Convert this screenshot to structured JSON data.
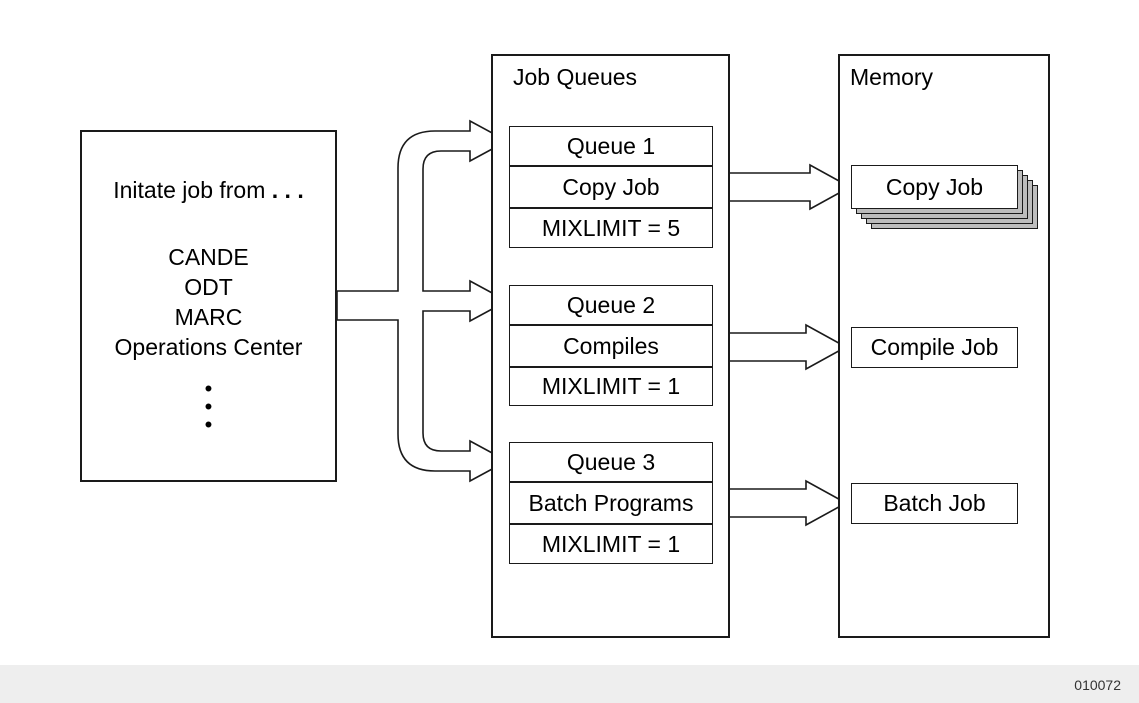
{
  "initiate": {
    "title": "Initate job from",
    "sources": [
      "CANDE",
      "ODT",
      "MARC",
      "Operations Center"
    ]
  },
  "job_queues": {
    "title": "Job Queues",
    "queues": [
      {
        "name": "Queue 1",
        "job": "Copy Job",
        "mixlimit": "MIXLIMIT = 5"
      },
      {
        "name": "Queue 2",
        "job": "Compiles",
        "mixlimit": "MIXLIMIT = 1"
      },
      {
        "name": "Queue 3",
        "job": "Batch Programs",
        "mixlimit": "MIXLIMIT = 1"
      }
    ]
  },
  "memory": {
    "title": "Memory",
    "jobs": [
      "Copy Job",
      "Compile Job",
      "Batch Job"
    ]
  },
  "figure_id": "010072"
}
